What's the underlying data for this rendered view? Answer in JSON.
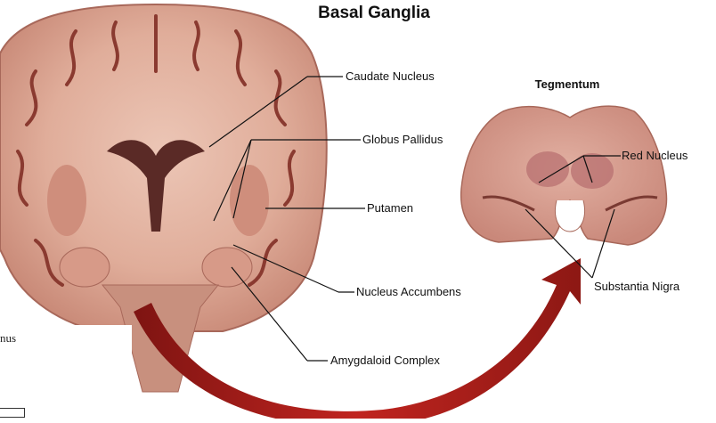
{
  "title": "Basal Ganglia",
  "inset": {
    "subtitle": "Tegmentum"
  },
  "labels": {
    "caudate": "Caudate Nucleus",
    "globus": "Globus Pallidus",
    "putamen": "Putamen",
    "accumbens": "Nucleus Accumbens",
    "amygdaloid": "Amygdaloid Complex",
    "red_nucleus": "Red Nucleus",
    "substantia_nigra": "Substantia Nigra"
  },
  "overlay_fragment": {
    "text": "nus"
  },
  "colors": {
    "tissue": "#d9a08e",
    "tissue_dark": "#b87a6a",
    "white_matter": "#e8c0b0",
    "arrow": "#b0201c"
  }
}
